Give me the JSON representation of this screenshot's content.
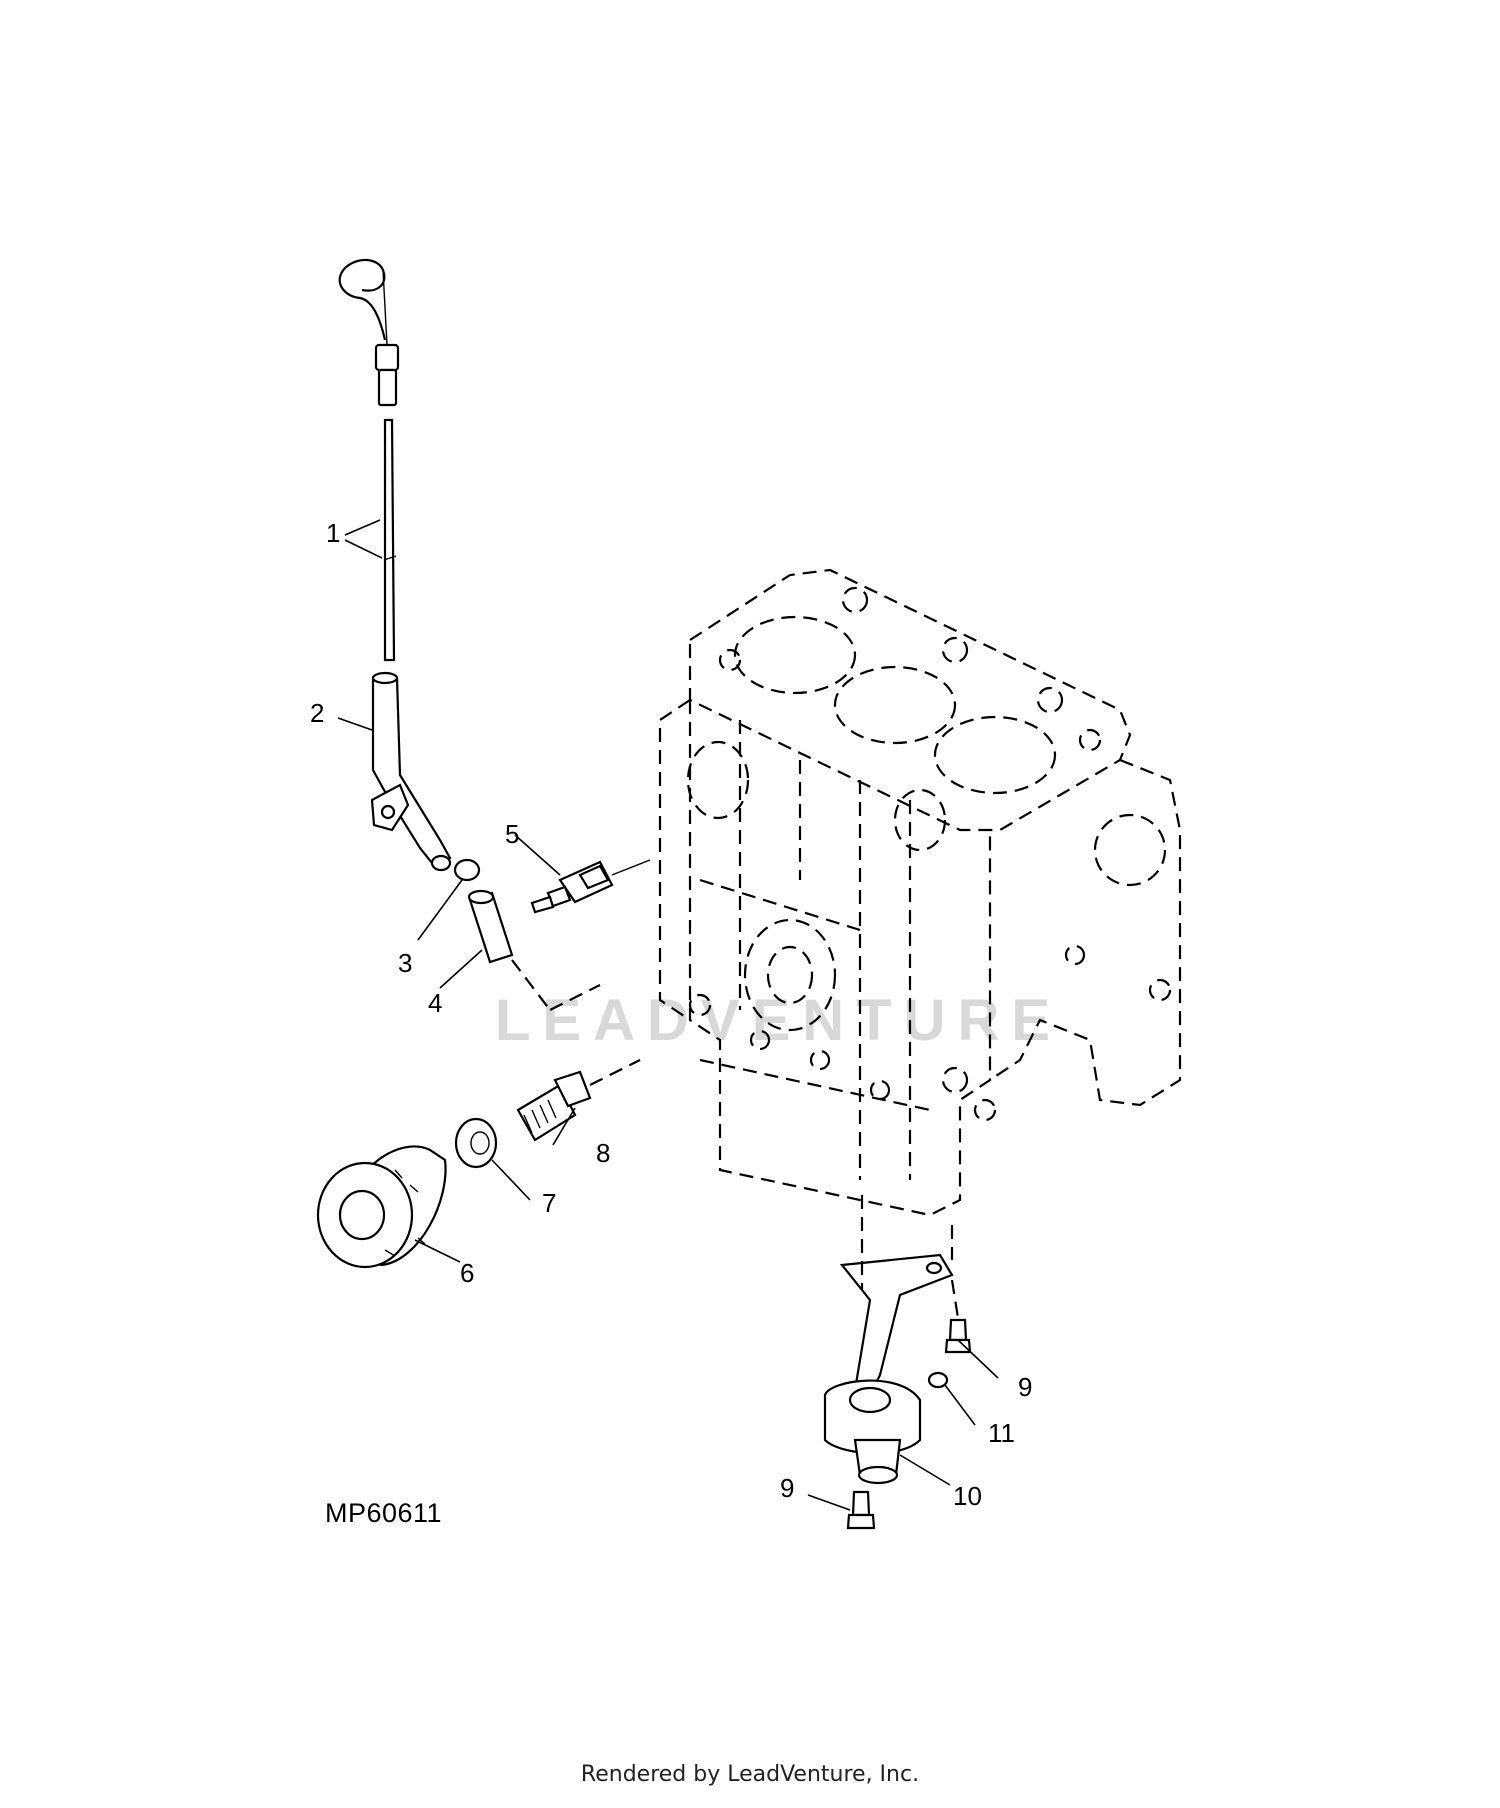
{
  "diagram": {
    "figure_id": "MP60611",
    "watermark": "LEADVENTURE",
    "callouts": {
      "c1": "1",
      "c2": "2",
      "c3": "3",
      "c4": "4",
      "c5": "5",
      "c6": "6",
      "c7": "7",
      "c8": "8",
      "c9a": "9",
      "c9b": "9",
      "c10": "10",
      "c11": "11"
    }
  },
  "footer": {
    "text": "Rendered by LeadVenture, Inc."
  }
}
